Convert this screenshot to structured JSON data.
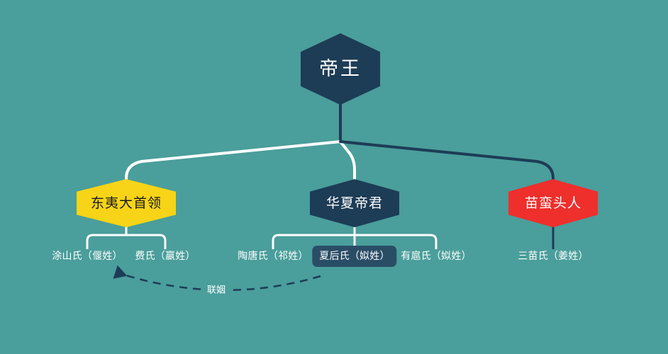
{
  "diagram": {
    "background_color": "#4a9e9b",
    "root": {
      "label": "帝王",
      "color": "#1d3c56"
    },
    "branches": [
      {
        "label": "东夷大首领",
        "color": "#f7d417",
        "text_color": "#1a1a1a",
        "connector_color": "#ffffff",
        "leaves": [
          {
            "label": "涂山氏（偃姓）",
            "highlighted": false
          },
          {
            "label": "费氏（嬴姓）",
            "highlighted": false
          }
        ]
      },
      {
        "label": "华夏帝君",
        "color": "#1d3c56",
        "text_color": "#ffffff",
        "connector_color": "#ffffff",
        "leaves": [
          {
            "label": "陶唐氏（祁姓）",
            "highlighted": false
          },
          {
            "label": "夏后氏（姒姓）",
            "highlighted": true
          },
          {
            "label": "有扈氏（姒姓）",
            "highlighted": false
          }
        ]
      },
      {
        "label": "苗蛮头人",
        "color": "#ee2f2c",
        "text_color": "#ffffff",
        "connector_color": "#1d3c56",
        "leaves": [
          {
            "label": "三苗氏（姜姓）",
            "highlighted": false
          }
        ]
      }
    ],
    "relations": [
      {
        "label": "联姻",
        "style": "dashed",
        "color": "#1d3c56",
        "from": "夏后氏（姒姓）",
        "to": "涂山氏（偃姓）"
      }
    ]
  }
}
